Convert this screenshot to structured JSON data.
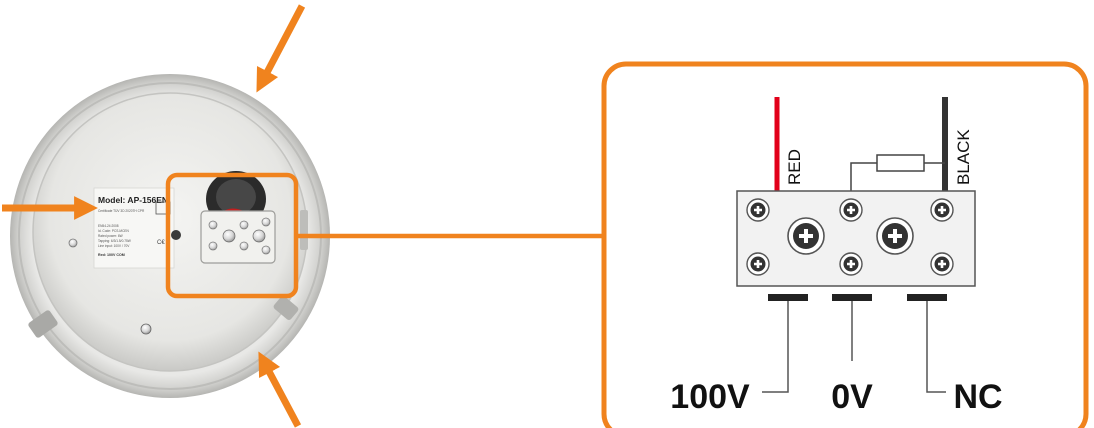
{
  "product_photo": {
    "label_text": [
      "Model: AP-156EN",
      "Certificate TÜV 3D 2020TH CPR",
      "EN54-24:2008",
      "Id. Code: PCS-MCEN",
      "Rated power: 6W",
      "Tapping: 6/3/1.5/0.75W",
      "Line input: 100V / 70V",
      "Red: 100V  COM"
    ]
  },
  "wiring_diagram": {
    "wire_red_label": "RED",
    "wire_black_label": "BLACK",
    "terminal_labels": [
      "100V",
      "0V",
      "NC"
    ]
  },
  "colors": {
    "accent_orange": "#F0831E",
    "wire_red": "#E2001A",
    "wire_black": "#333333",
    "terminal_block": "#F2F2F2"
  }
}
